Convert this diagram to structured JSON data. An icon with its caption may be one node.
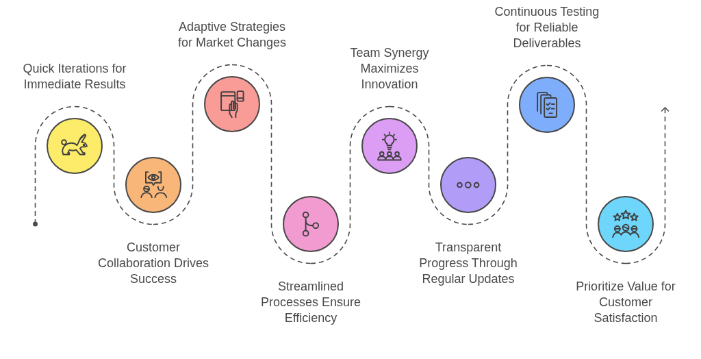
{
  "diagram": {
    "nodes": [
      {
        "text": [
          "Quick Iterations for Immediate Results"
        ]
      },
      {
        "text": [
          "Customer Collaboration Drives Success"
        ]
      },
      {
        "text": [
          "Adaptive Strategies for Market Changes"
        ]
      },
      {
        "text": [
          "Streamlined Processes Ensure Efficiency"
        ]
      },
      {
        "text": [
          "Team Synergy Maximizes Innovation"
        ]
      },
      {
        "text": [
          "Transparent Progress Through Regular Updates"
        ]
      },
      {
        "text": [
          "Continuous Testing for Reliable Deliverables"
        ]
      },
      {
        "text": [
          "Prioritize Value for Customer Satisfaction"
        ]
      }
    ],
    "edges": [
      {
        "from": null,
        "to": 0,
        "arrow": "other",
        "style": "dashed"
      },
      {
        "from": 0,
        "to": 1,
        "arrow": "none",
        "style": "dashed"
      },
      {
        "from": 1,
        "to": 2,
        "arrow": "none",
        "style": "dashed"
      },
      {
        "from": 2,
        "to": 3,
        "arrow": "none",
        "style": "dashed"
      },
      {
        "from": 3,
        "to": 4,
        "arrow": "none",
        "style": "dashed"
      },
      {
        "from": 4,
        "to": 5,
        "arrow": "none",
        "style": "dashed"
      },
      {
        "from": 5,
        "to": 6,
        "arrow": "none",
        "style": "dashed"
      },
      {
        "from": 6,
        "to": 7,
        "arrow": "none",
        "style": "dashed"
      },
      {
        "from": 7,
        "to": null,
        "arrow": "to",
        "style": "dashed"
      }
    ]
  }
}
